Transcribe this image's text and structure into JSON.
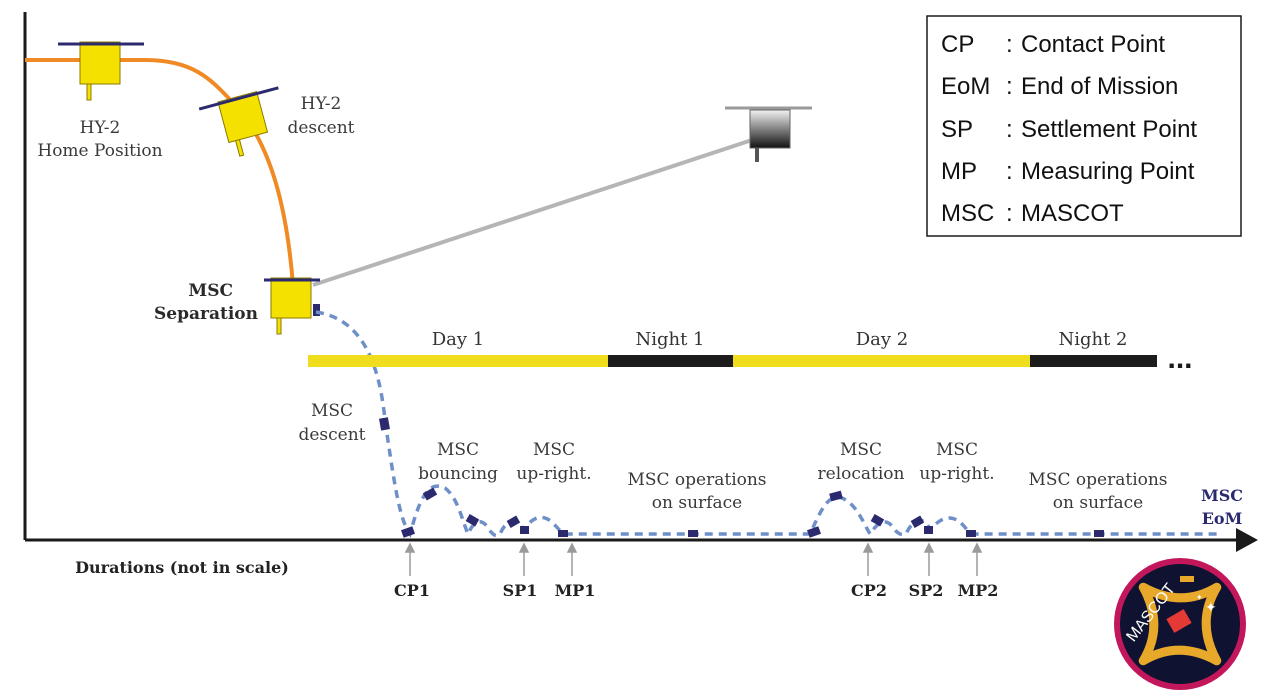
{
  "legend": [
    {
      "abbr": "CP",
      "sep": ":",
      "text": "Contact Point"
    },
    {
      "abbr": "EoM",
      "sep": ":",
      "text": "End of Mission"
    },
    {
      "abbr": "SP",
      "sep": ":",
      "text": "Settlement Point"
    },
    {
      "abbr": "MP",
      "sep": ":",
      "text": "Measuring Point"
    },
    {
      "abbr": "MSC",
      "sep": ":",
      "text": "MASCOT"
    }
  ],
  "labels": {
    "home_1": "HY-2",
    "home_2": "Home Position",
    "descent_1": "HY-2",
    "descent_2": "descent",
    "separation_1": "MSC",
    "separation_2": "Separation",
    "msc_descent_1": "MSC",
    "msc_descent_2": "descent",
    "bouncing_1": "MSC",
    "bouncing_2": "bouncing",
    "upright1_1": "MSC",
    "upright1_2": "up-right.",
    "ops1_1": "MSC operations",
    "ops1_2": "on surface",
    "relocation_1": "MSC",
    "relocation_2": "relocation",
    "upright2_1": "MSC",
    "upright2_2": "up-right.",
    "ops2_1": "MSC operations",
    "ops2_2": "on surface",
    "eom_1": "MSC",
    "eom_2": "EoM",
    "x_axis": "Durations (not in scale)",
    "ellipsis": "..."
  },
  "timeline": [
    {
      "label": "Day 1",
      "phase": "day"
    },
    {
      "label": "Night 1",
      "phase": "night"
    },
    {
      "label": "Day 2",
      "phase": "day"
    },
    {
      "label": "Night 2",
      "phase": "night"
    }
  ],
  "points": [
    "CP1",
    "SP1",
    "MP1",
    "CP2",
    "SP2",
    "MP2"
  ],
  "logo": {
    "text": "MASCOT"
  },
  "colors": {
    "orbit": "#f08a24",
    "spacecraft": "#f5e100",
    "panel": "#2b2a6e",
    "path": "#6f8fc8",
    "day": "#f0dd1e",
    "night": "#1c1c1c",
    "axis": "#1a1a1a",
    "tether": "#b5b5b5"
  }
}
